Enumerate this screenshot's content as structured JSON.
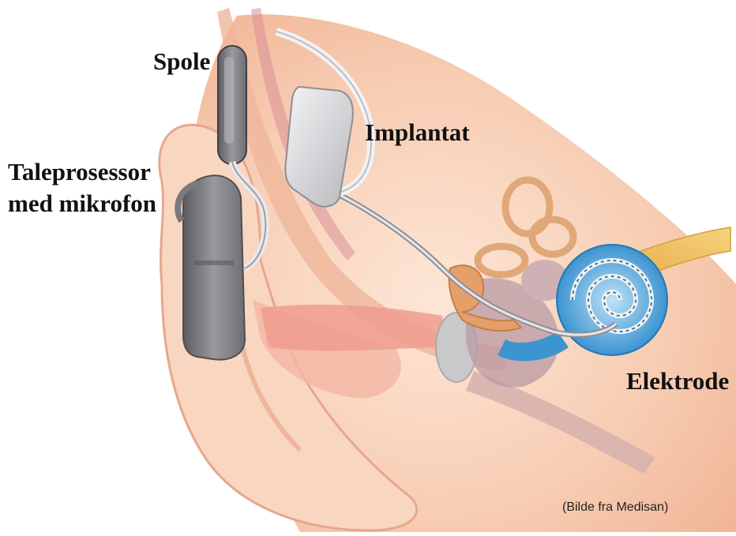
{
  "labels": {
    "spole": "Spole",
    "implantat": "Implantat",
    "taleprosessor_line1": "Taleprosessor",
    "taleprosessor_line2": "med mikrofon",
    "elektrode": "Elektrode"
  },
  "credit": "(Bilde fra Medisan)",
  "colors": {
    "background": "#ffffff",
    "skin": "#f6c7ad",
    "skin_light": "#fbe3d2",
    "ear_canal": "#e89a8a",
    "cochlea": "#4aa2d8",
    "device_gray": "#7d7d80",
    "bone": "#e9c08a",
    "nerve": "#f0c060"
  }
}
